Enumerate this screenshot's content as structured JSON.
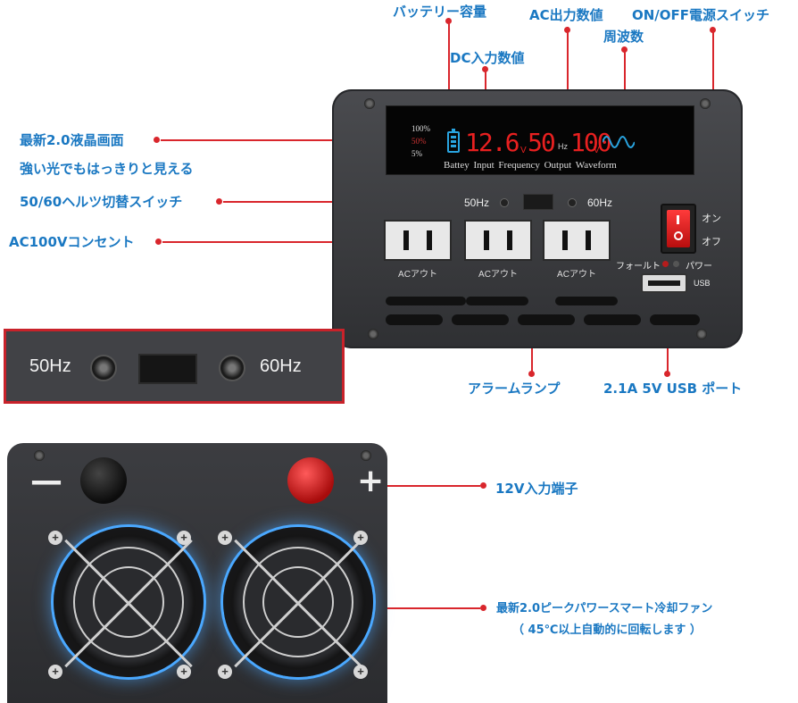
{
  "callouts": {
    "battery_capacity": "バッテリー容量",
    "dc_input_value": "DC入力数値",
    "ac_output_value": "AC出力数値",
    "frequency": "周波数",
    "power_switch": "ON/OFF電源スイッチ",
    "lcd_title": "最新2.0液晶画面",
    "lcd_subtitle": "強い光でもはっきりと見える",
    "freq_switch": "50/60ヘルツ切替スイッチ",
    "ac_outlet": "AC100Vコンセント",
    "alarm_lamp": "アラームランプ",
    "usb_port": "2.1A 5V USB ポート",
    "input_terminal": "12V入力端子",
    "cooling_fan": "最新2.0ピークパワースマート冷却ファン",
    "cooling_fan_note": "（ 45℃以上自動的に回転します ）"
  },
  "lcd": {
    "scale": [
      "100%",
      "50%",
      "5%"
    ],
    "input_value": "12.6",
    "input_unit": "V",
    "frequency_value": "50",
    "frequency_unit": "Hz",
    "output_value": "100",
    "output_unit": "V",
    "legend": "Battey Input Frequency Output Waveform"
  },
  "front": {
    "hz_left": "50Hz",
    "hz_right": "60Hz",
    "outlets": [
      "ACアウト",
      "ACアウト",
      "ACアウト"
    ],
    "switch_on": "オン",
    "switch_off": "オフ",
    "fault_label": "フォールト",
    "power_label": "パワー",
    "usb_label": "USB"
  },
  "zoom": {
    "left": "50Hz",
    "right": "60Hz"
  },
  "back": {
    "neg_sign": "—",
    "pos_sign": "+"
  },
  "colors": {
    "callout_text": "#1a78c2",
    "leader": "#d9262c",
    "lcd_digits": "#e82020",
    "battery_icon": "#29a4e0",
    "fan_glow": "#4aa8ff"
  }
}
